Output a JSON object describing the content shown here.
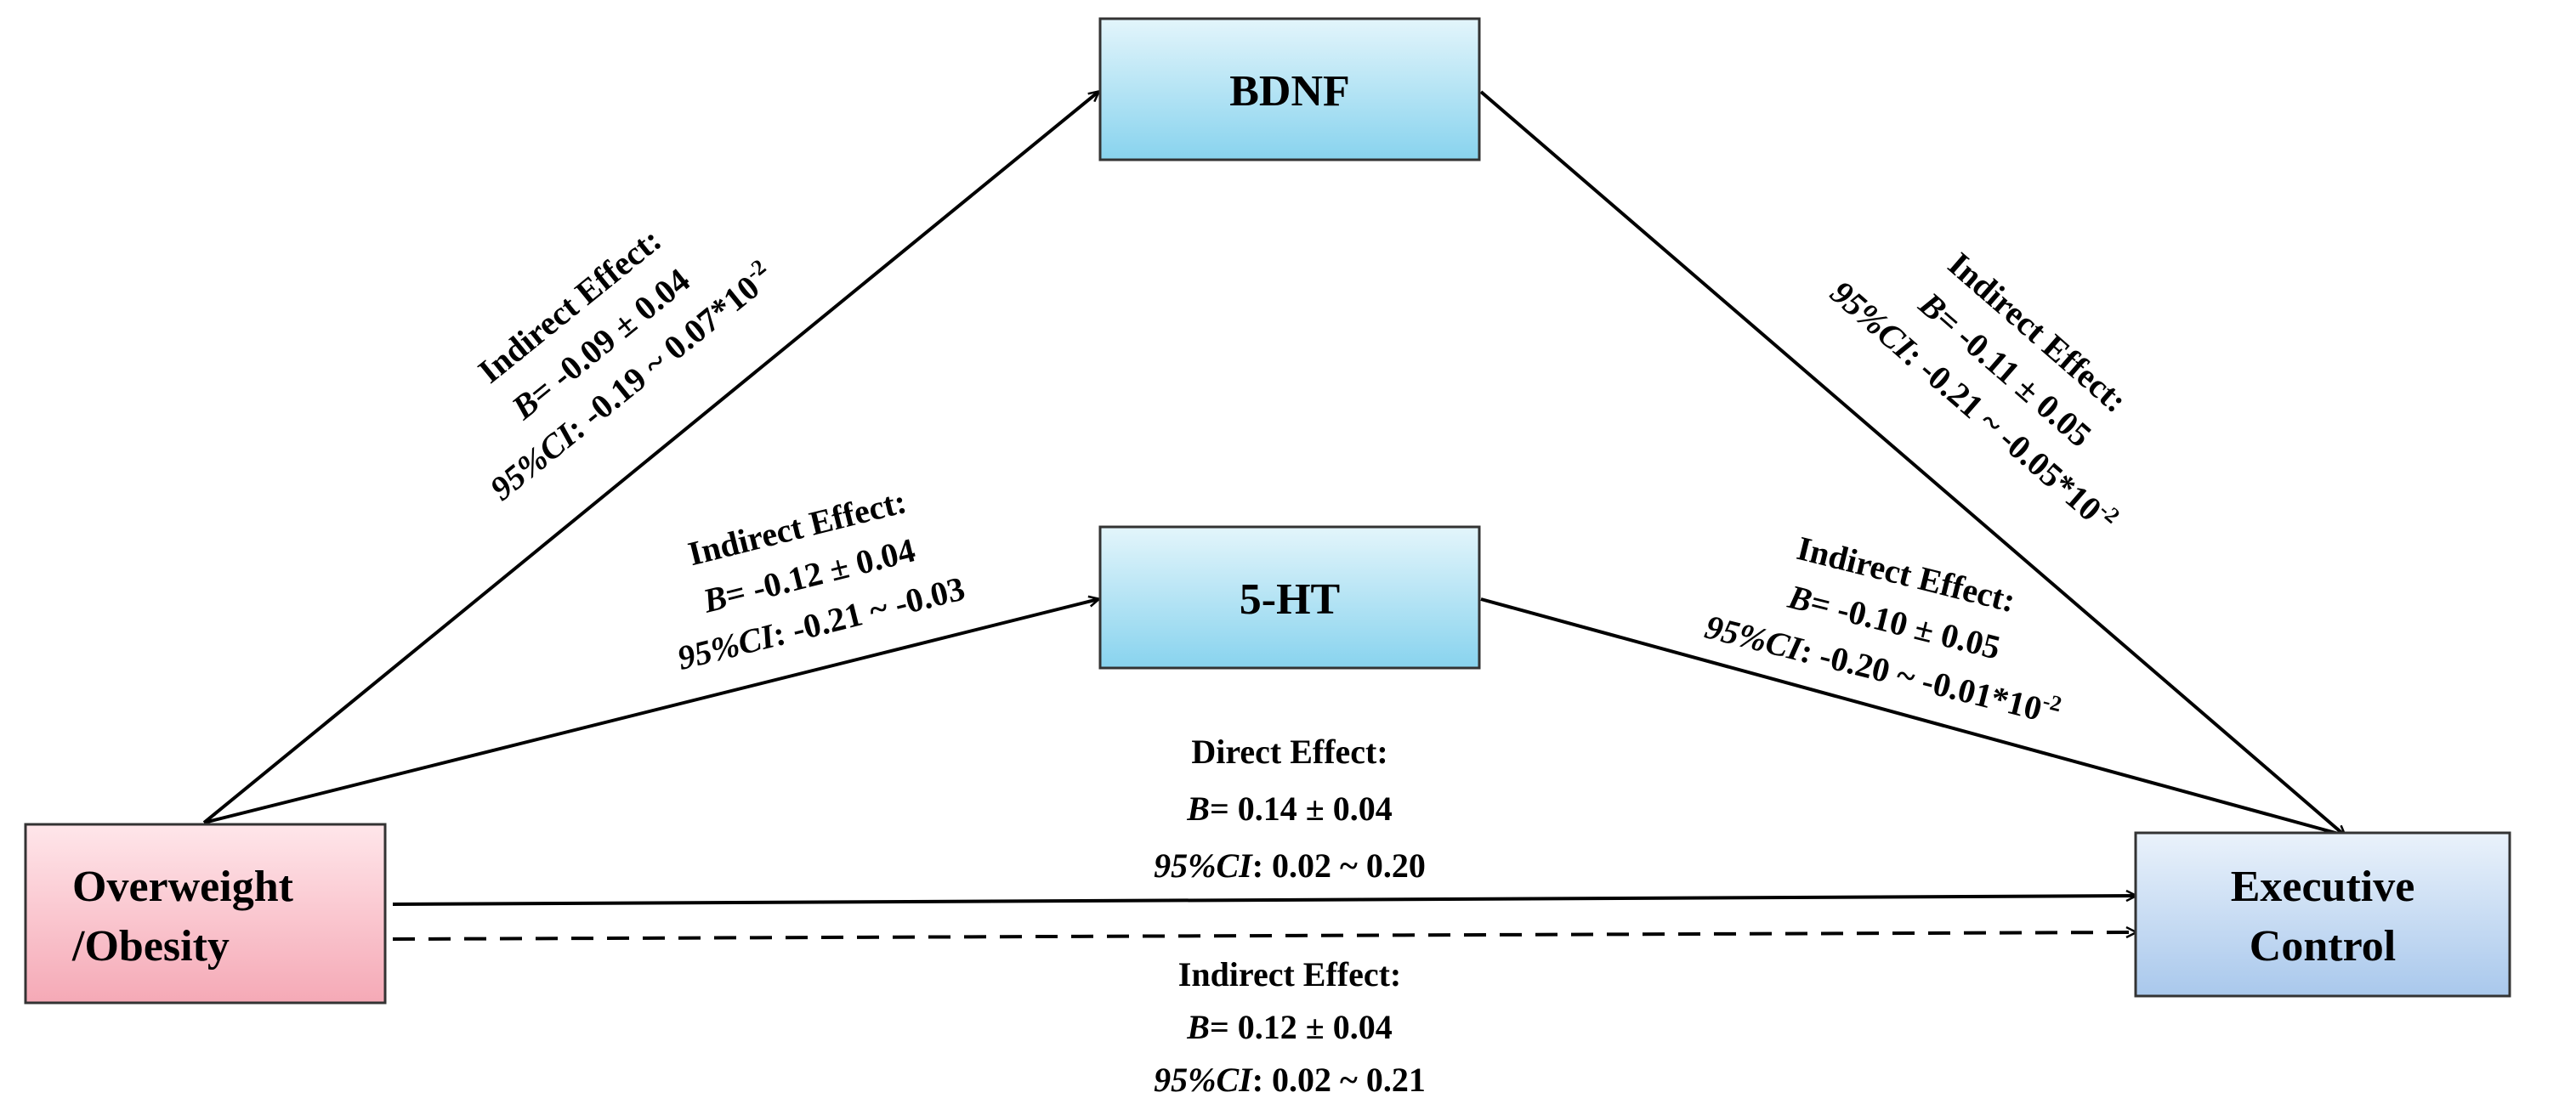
{
  "nodes": {
    "bdnf": {
      "label": "BDNF"
    },
    "ht5": {
      "label": "5-HT"
    },
    "predictor": {
      "line1": "Overweight",
      "line2": "/Obesity"
    },
    "outcome": {
      "line1": "Executive",
      "line2": "Control"
    }
  },
  "paths": {
    "ob_bdnf": {
      "title": "Indirect Effect:",
      "b_sym": "B",
      "b_val": "= -0.09 ± 0.04",
      "ci_sym": "95%CI",
      "ci_val": ": -0.19 ~ 0.07*10",
      "ci_exp": "-2"
    },
    "bdnf_ec": {
      "title": "Indirect Effect:",
      "b_sym": "B",
      "b_val": "= -0.11 ± 0.05",
      "ci_sym": "95%CI",
      "ci_val": ": -0.21 ~ -0.05*10",
      "ci_exp": "-2"
    },
    "ob_ht": {
      "title": "Indirect Effect:",
      "b_sym": "B",
      "b_val": "= -0.12 ± 0.04",
      "ci_sym": "95%CI",
      "ci_val": ": -0.21 ~ -0.03"
    },
    "ht_ec": {
      "title": "Indirect Effect:",
      "b_sym": "B",
      "b_val": "= -0.10 ± 0.05",
      "ci_sym": "95%CI",
      "ci_val": ": -0.20 ~ -0.01*10",
      "ci_exp": "-2"
    },
    "direct": {
      "title": "Direct Effect:",
      "b_sym": "B",
      "b_val": "= 0.14 ± 0.04",
      "ci_sym": "95%CI",
      "ci_val": ": 0.02 ~ 0.20"
    },
    "indirect_total": {
      "title": "Indirect Effect:",
      "b_sym": "B",
      "b_val": "= 0.12 ± 0.04",
      "ci_sym": "95%CI",
      "ci_val": ": 0.02 ~ 0.21"
    }
  },
  "colors": {
    "mediator_fill_top": "#e3f5fb",
    "mediator_fill_bottom": "#88d3ee",
    "predictor_fill_top": "#ffe6ea",
    "predictor_fill_bottom": "#f5a9b6",
    "outcome_fill_top": "#eaf2fb",
    "outcome_fill_bottom": "#a9c8ec"
  }
}
